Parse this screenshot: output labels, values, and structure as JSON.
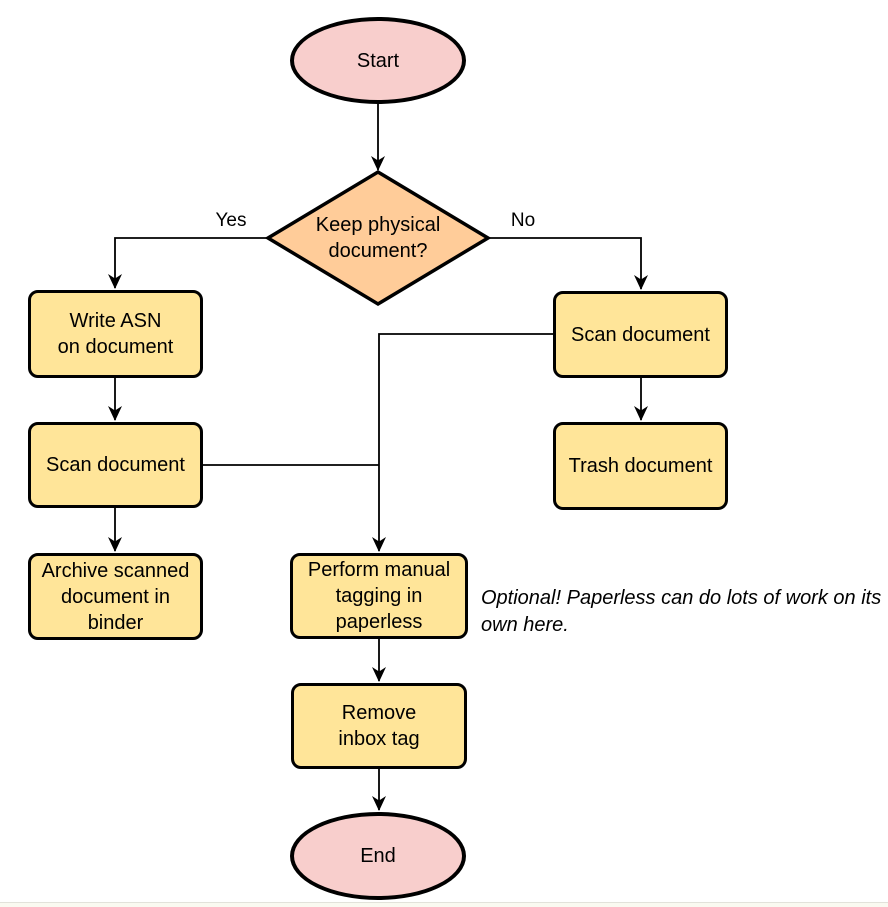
{
  "flowchart": {
    "nodes": {
      "start": {
        "label": "Start",
        "type": "terminator"
      },
      "decision": {
        "label": "Keep physical\ndocument?",
        "type": "decision"
      },
      "write_asn": {
        "label": "Write ASN\non document",
        "type": "process"
      },
      "scan_left": {
        "label": "Scan document",
        "type": "process"
      },
      "archive": {
        "label": "Archive scanned\ndocument in\nbinder",
        "type": "process"
      },
      "scan_right": {
        "label": "Scan document",
        "type": "process"
      },
      "trash": {
        "label": "Trash document",
        "type": "process"
      },
      "tagging": {
        "label": "Perform manual\ntagging in\npaperless",
        "type": "process"
      },
      "remove_inbox": {
        "label": "Remove\ninbox tag",
        "type": "process"
      },
      "end": {
        "label": "End",
        "type": "terminator"
      }
    },
    "edge_labels": {
      "yes": "Yes",
      "no": "No"
    },
    "annotation": "Optional! Paperless can do lots of work on its own here.",
    "colors": {
      "terminator_fill": "#f8cecc",
      "process_fill": "#ffe599",
      "decision_fill": "#ffcc99",
      "stroke": "#000000"
    }
  }
}
